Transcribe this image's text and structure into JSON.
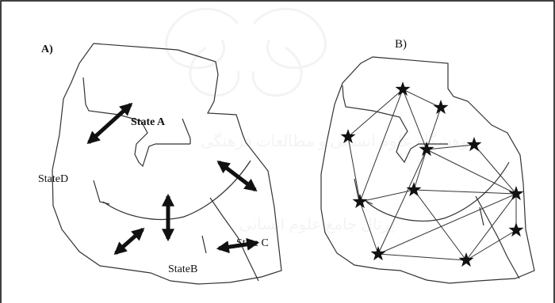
{
  "panel_a": {
    "label": "A)",
    "regions": {
      "state_a": "State A",
      "state_b": "StateB",
      "state_c": "State C",
      "state_d": "StateD"
    }
  },
  "panel_b": {
    "label": "B)",
    "node_count": 11
  },
  "watermark": {
    "text_line_1": "پژوهشگاه علوم انسانی و مطالعات فرهنگی",
    "text_line_2": "پرتال جامع علوم انسانی"
  },
  "colors": {
    "line": "#333333",
    "arrow": "#111111",
    "frame": "#000000",
    "watermark": "#888888"
  }
}
